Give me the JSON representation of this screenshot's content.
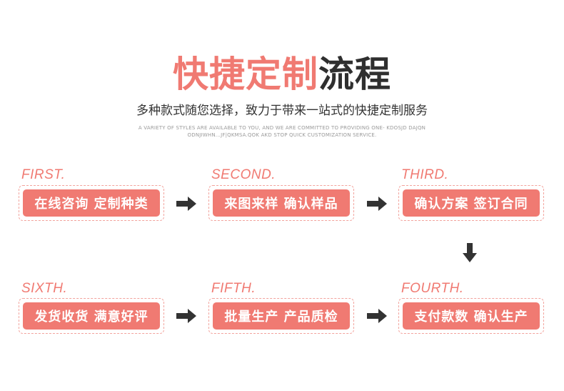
{
  "header": {
    "title_accent": "快捷定制",
    "title_rest": "流程",
    "subtitle": "多种款式随您选择，致力于带来一站式的快捷定制服务",
    "tiny_line1": "A VARIETY OF STYLES ARE AVAILABLE TO YOU, AND WE ARE COMMITTED TO PROVIDING ONE- KDOSJD DAJQN",
    "tiny_line2": "ODNJIWHN...JF|QKMSA.QOK AKD STOP QUICK CUSTOMIZATION SERVICE."
  },
  "steps": [
    {
      "label": "FIRST.",
      "text": "在线咨询 定制种类"
    },
    {
      "label": "SECOND.",
      "text": "来图来样 确认样品"
    },
    {
      "label": "THIRD.",
      "text": "确认方案 签订合同"
    },
    {
      "label": "FOURTH.",
      "text": "支付款数 确认生产"
    },
    {
      "label": "FIFTH.",
      "text": "批量生产 产品质检"
    },
    {
      "label": "SIXTH.",
      "text": "发货收货 满意好评"
    }
  ],
  "colors": {
    "accent": "#f07a72",
    "dark": "#2f2f2f",
    "arrow": "#333333"
  }
}
